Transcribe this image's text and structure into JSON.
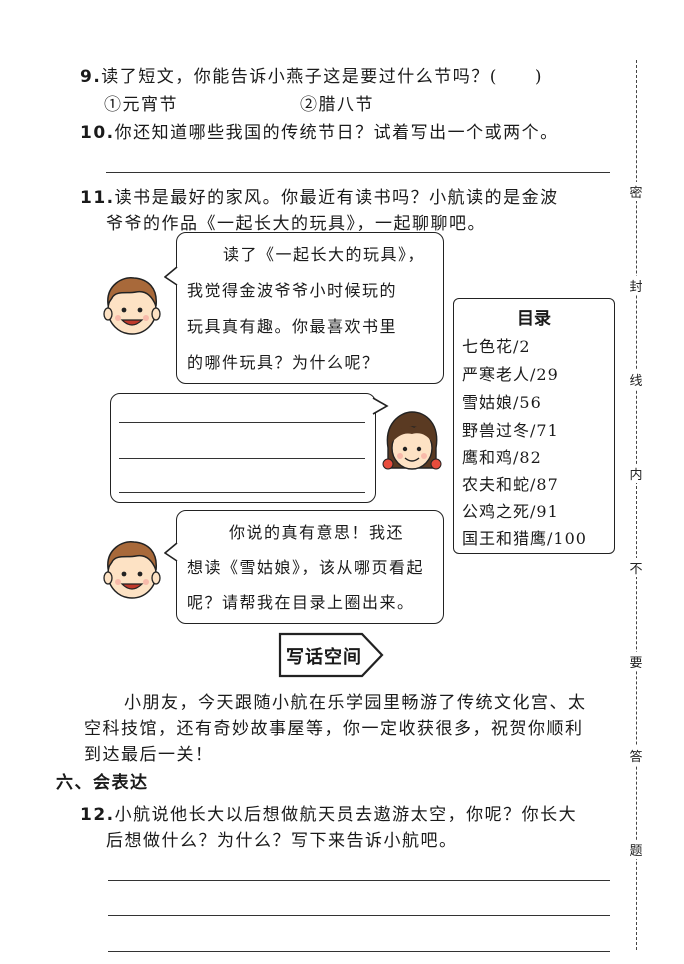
{
  "q9": {
    "number": "9.",
    "text": "读了短文，你能告诉小燕子这是要过什么节吗？(　　)",
    "option1": "①元宵节",
    "option2": "②腊八节"
  },
  "q10": {
    "number": "10.",
    "text": "你还知道哪些我国的传统节日？试着写出一个或两个。"
  },
  "q11": {
    "number": "11.",
    "line1": "读书是最好的家风。你最近有读书吗？小航读的是金波",
    "line2": "爷爷的作品《一起长大的玩具》，一起聊聊吧。"
  },
  "bubble1": {
    "line1": "读了《一起长大的玩具》，",
    "line2": "我觉得金波爷爷小时候玩的",
    "line3": "玩具真有趣。你最喜欢书里",
    "line4": "的哪件玩具？为什么呢？"
  },
  "bubble3": {
    "line1": "你说的真有意思！我还",
    "line2": "想读《雪姑娘》，该从哪页看起",
    "line3": "呢？请帮我在目录上圈出来。"
  },
  "toc": {
    "title": "目录",
    "items": [
      "七色花/2",
      "严寒老人/29",
      "雪姑娘/56",
      "野兽过冬/71",
      "鹰和鸡/82",
      "农夫和蛇/87",
      "公鸡之死/91",
      "国王和猎鹰/100"
    ]
  },
  "writing_space": {
    "label": "写话空间",
    "line1": "小朋友，今天跟随小航在乐学园里畅游了传统文化宫、太",
    "line2": "空科技馆，还有奇妙故事屋等，你一定收获很多，祝贺你顺利",
    "line3": "到达最后一关！"
  },
  "section6": {
    "heading": "六、会表达"
  },
  "q12": {
    "number": "12.",
    "line1": "小航说他长大以后想做航天员去遨游太空，你呢？你长大",
    "line2": "后想做什么？为什么？写下来告诉小航吧。"
  },
  "margin": [
    "密",
    "封",
    "线",
    "内",
    "不",
    "要",
    "答",
    "题"
  ]
}
